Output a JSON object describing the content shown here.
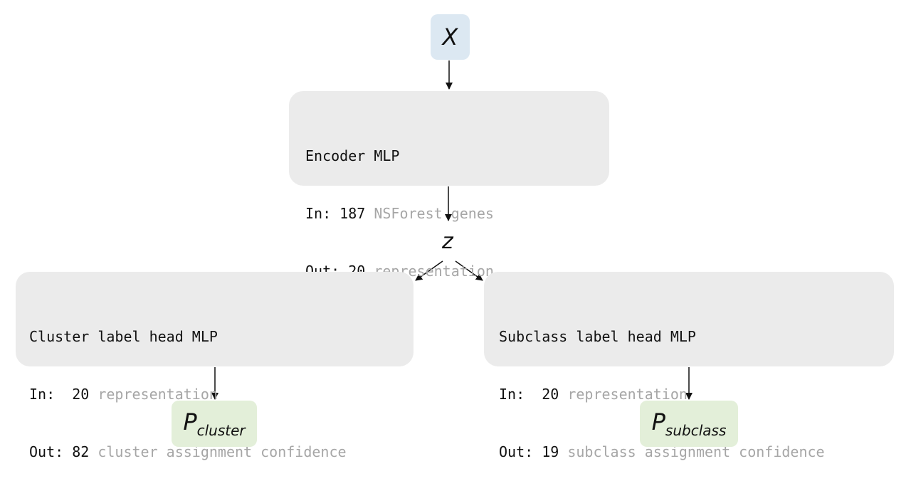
{
  "input": {
    "symbol": "X"
  },
  "encoder": {
    "title": "Encoder MLP",
    "in_label": "In: ",
    "in_value": "187",
    "in_desc": " NSForest genes",
    "out_label": "Out: ",
    "out_value": "20",
    "out_desc": " representation"
  },
  "latent": {
    "symbol": "z"
  },
  "cluster_head": {
    "title": "Cluster label head MLP",
    "in_label": "In:  ",
    "in_value": "20",
    "in_desc": " representation",
    "out_label": "Out: ",
    "out_value": "82",
    "out_desc": " cluster assignment confidence"
  },
  "subclass_head": {
    "title": "Subclass label head MLP",
    "in_label": "In:  ",
    "in_value": "20",
    "in_desc": " representation",
    "out_label": "Out: ",
    "out_value": "19",
    "out_desc": " subclass assignment confidence"
  },
  "cluster_output": {
    "symbol": "P",
    "subscript": "cluster"
  },
  "subclass_output": {
    "symbol": "P",
    "subscript": "subclass"
  },
  "colors": {
    "node_fill": "#ebebeb",
    "input_fill": "#dce8f2",
    "output_fill": "#e3efd9",
    "muted_text": "#a6a6a6",
    "text": "#111111"
  }
}
